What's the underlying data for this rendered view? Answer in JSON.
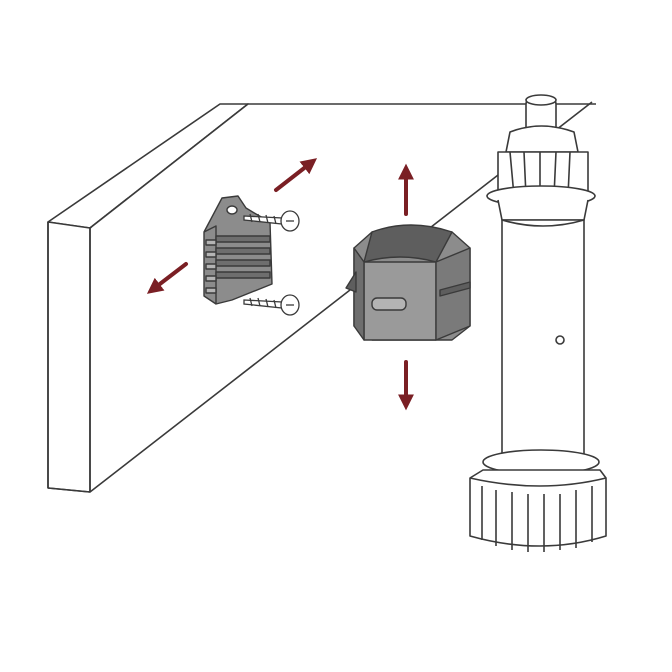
{
  "diagram": {
    "subject": "plinth-leg-clip-mounting",
    "colors": {
      "line": "#3a3a3a",
      "panel_fill": "#ffffff",
      "part_fill": "#8c8c8c",
      "part_dark": "#5e5e5e",
      "part_light": "#b4b4b4",
      "arrow": "#7a1f24",
      "leg_fill": "#ffffff"
    },
    "arrows": [
      {
        "id": "arrow-up",
        "meaning": "vertical-adjust"
      },
      {
        "id": "arrow-down",
        "meaning": "vertical-adjust"
      },
      {
        "id": "arrow-right",
        "meaning": "horizontal-adjust"
      },
      {
        "id": "arrow-left",
        "meaning": "horizontal-adjust"
      }
    ],
    "parts": [
      "plinth-panel",
      "mounting-plate",
      "screw",
      "screw",
      "leg-clip",
      "adjustable-leg"
    ]
  }
}
